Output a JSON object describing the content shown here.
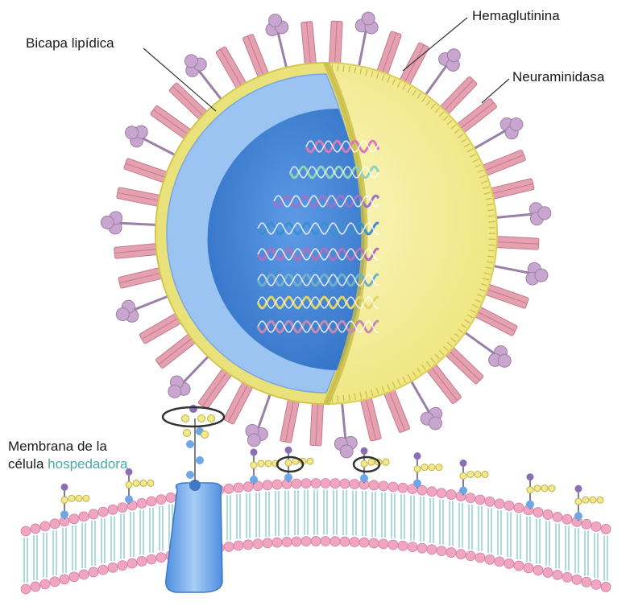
{
  "labels": {
    "lipid_bilayer": "Bicapa lipídica",
    "hemagglutinin": "Hemaglutinina",
    "neuraminidase": "Neuraminidasa",
    "host_membrane_line1": "Membrana de la",
    "host_membrane_line2_a": "célula",
    "host_membrane_line2_b": "hospedadora"
  },
  "colors": {
    "virus_envelope": "#f6ef9c",
    "lipid_ring": "#e9e27a",
    "capsid_blue": "#4f8fe0",
    "capsid_light": "#9cc4f2",
    "hemagglutinin": "#e6a1b1",
    "neuraminidase": "#c8a6cf",
    "membrane_head": "#f0a6c0",
    "membrane_tail": "#8fd3c8",
    "receptor_protein": "#6fa7e6",
    "accent_text": "#4aa9a9"
  },
  "rna_strand_colors": [
    "#d77ab6",
    "#8fd3b6",
    "#9b73c9",
    "#3b8fd0",
    "#b36fb8",
    "#6fb0c8",
    "#e0d46a",
    "#c58ab0"
  ]
}
